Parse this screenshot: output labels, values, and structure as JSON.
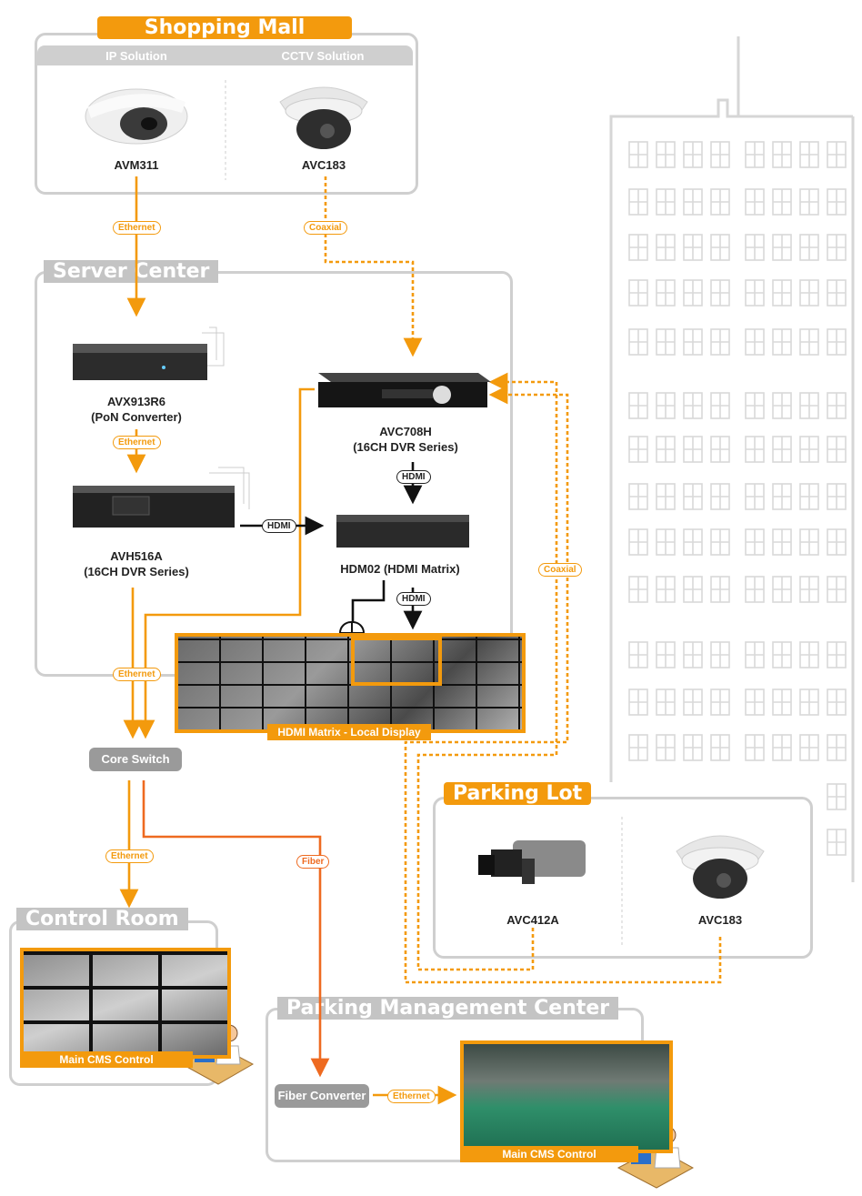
{
  "zones": {
    "shopping_mall": "Shopping Mall",
    "ip_solution": "IP Solution",
    "cctv_solution": "CCTV Solution",
    "server_center": "Server Center",
    "parking_lot": "Parking Lot",
    "control_room": "Control Room",
    "parking_mgmt": "Parking Management Center"
  },
  "devices": {
    "avm311": "AVM311",
    "avc183_mall": "AVC183",
    "avx913r6": "AVX913R6",
    "avx913r6_sub": "(PoN Converter)",
    "avh516a": "AVH516A",
    "avh516a_sub": "(16CH DVR Series)",
    "avc708h": "AVC708H",
    "avc708h_sub": "(16CH DVR Series)",
    "hdm02": "HDM02 (HDMI Matrix)",
    "core_switch": "Core Switch",
    "avc412a": "AVC412A",
    "avc183_lot": "AVC183",
    "fiber_converter": "Fiber Converter"
  },
  "links": {
    "ethernet": "Ethernet",
    "coaxial": "Coaxial",
    "hdmi": "HDMI",
    "fiber": "Fiber"
  },
  "captions": {
    "local_display": "HDMI Matrix - Local Display",
    "main_cms_1": "Main CMS Control",
    "main_cms_2": "Main CMS Control"
  },
  "colors": {
    "accent": "#f39a0d",
    "fiber": "#ee6a20",
    "zone_border": "#cfcfcf"
  }
}
